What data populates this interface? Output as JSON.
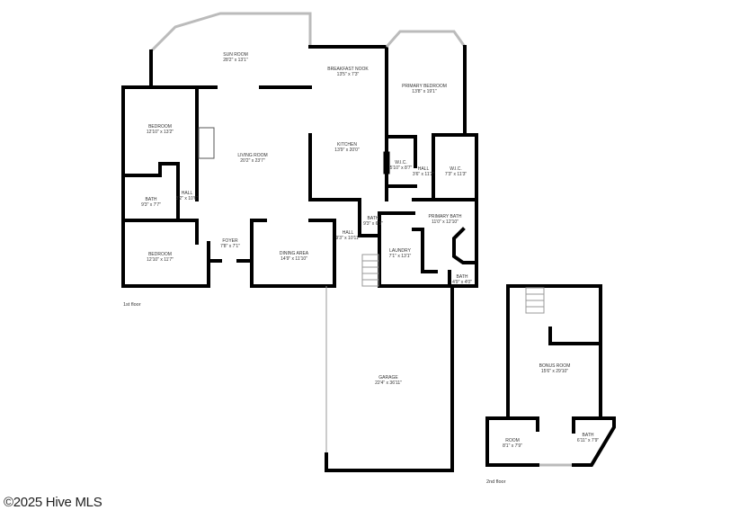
{
  "rooms": {
    "sun_room": {
      "name": "SUN ROOM",
      "size": "28'2\" x 13'1\""
    },
    "breakfast_nook": {
      "name": "BREAKFAST NOOK",
      "size": "13'5\" x 7'3\""
    },
    "primary_bedroom": {
      "name": "PRIMARY BEDROOM",
      "size": "13'8\" x 19'1\""
    },
    "bedroom_1": {
      "name": "BEDROOM",
      "size": "12'10\" x 13'2\""
    },
    "living_room": {
      "name": "LIVING ROOM",
      "size": "20'2\" x 23'7\""
    },
    "kitchen": {
      "name": "KITCHEN",
      "size": "13'9\" x 20'0\""
    },
    "wic_1": {
      "name": "W.I.C.",
      "size": "5'10\" x 8'7\""
    },
    "hall_primary": {
      "name": "HALL",
      "size": "3'6\" x 11'2\""
    },
    "wic_2": {
      "name": "W.I.C.",
      "size": "7'3\" x 11'3\""
    },
    "bath_1": {
      "name": "BATH",
      "size": "9'3\" x 7'7\""
    },
    "hall_1": {
      "name": "HALL",
      "size": "3'2\" x 10'6\""
    },
    "bath_2": {
      "name": "BATH",
      "size": "9'3\" x 6'3\""
    },
    "primary_bath": {
      "name": "PRIMARY BATH",
      "size": "11'0\" x 12'10\""
    },
    "hall_2": {
      "name": "HALL",
      "size": "9'3\" x 10'11\""
    },
    "foyer": {
      "name": "FOYER",
      "size": "7'8\" x 7'1\""
    },
    "bedroom_2": {
      "name": "BEDROOM",
      "size": "12'10\" x 11'7\""
    },
    "dining_area": {
      "name": "DINING AREA",
      "size": "14'9\" x 11'10\""
    },
    "laundry": {
      "name": "LAUNDRY",
      "size": "7'1\" x 13'1\""
    },
    "bath_3": {
      "name": "BATH",
      "size": "4'9\" x 4'0\""
    },
    "garage": {
      "name": "GARAGE",
      "size": "22'4\" x 36'11\""
    },
    "bonus_room": {
      "name": "BONUS ROOM",
      "size": "15'6\" x 29'10\""
    },
    "room": {
      "name": "ROOM",
      "size": "8'1\" x 7'9\""
    },
    "bath_4": {
      "name": "BATH",
      "size": "6'11\" x 7'9\""
    }
  },
  "floors": {
    "first": "1st floor",
    "second": "2nd floor"
  },
  "watermark": "©2025 Hive MLS"
}
